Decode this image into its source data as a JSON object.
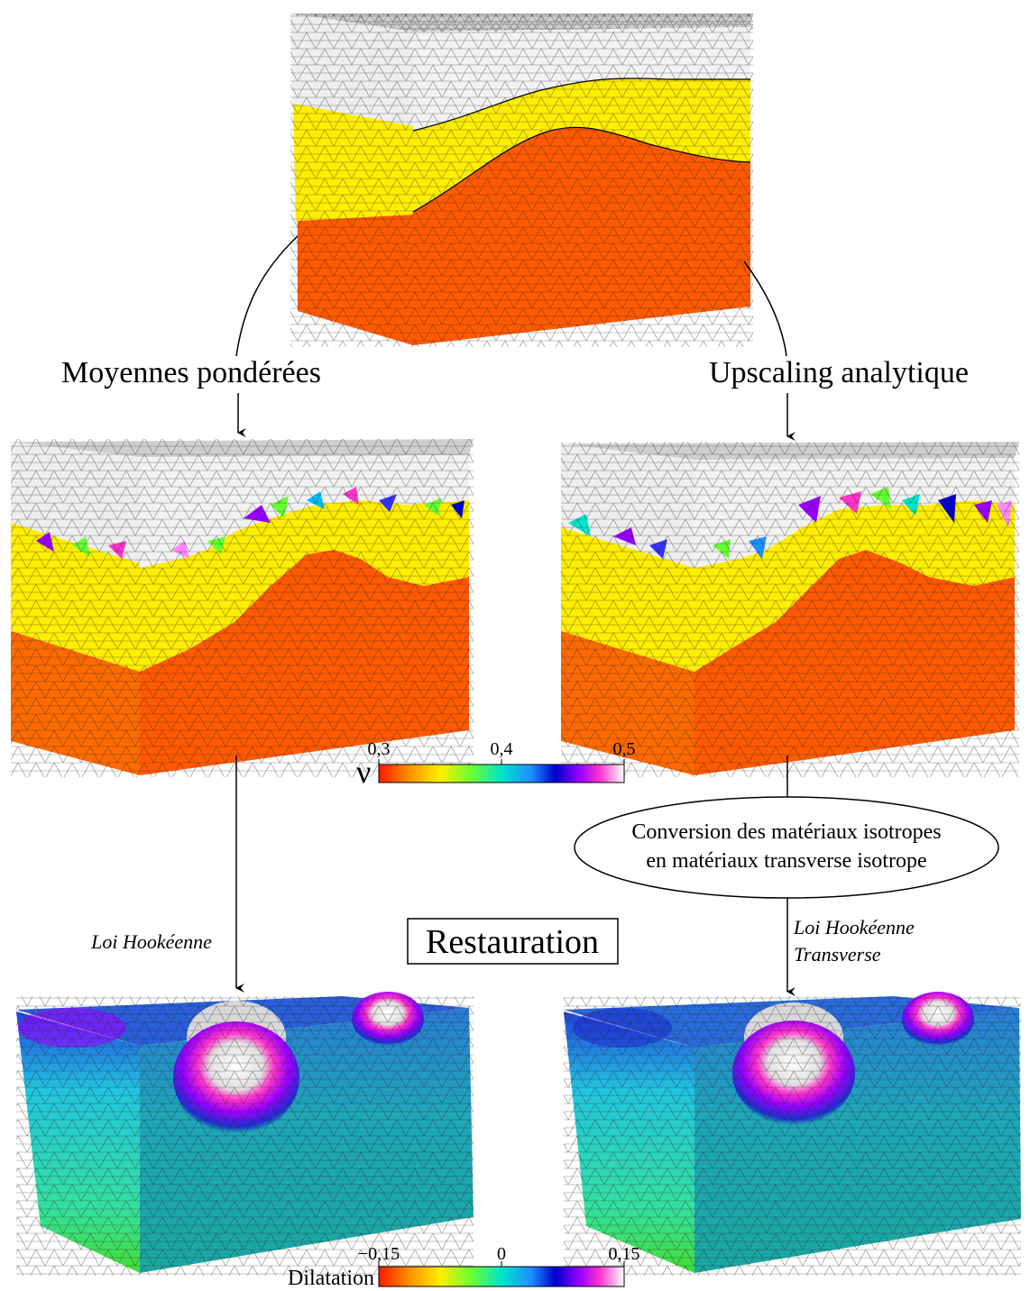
{
  "labels": {
    "left_method": "Moyennes pondérées",
    "right_method": "Upscaling analytique",
    "conversion_line1": "Conversion des matériaux isotropes",
    "conversion_line2": "en matériaux transverse isotrope",
    "left_law": "Loi Hookéenne",
    "right_law_line1": "Loi Hookéenne",
    "right_law_line2": "Transverse",
    "center_title": "Restauration"
  },
  "colorbars": {
    "poisson": {
      "symbol": "ν",
      "tick_min": "0,3",
      "tick_mid": "0,4",
      "tick_max": "0,5"
    },
    "dilatation": {
      "symbol": "Dilatation",
      "tick_min": "−0,15",
      "tick_mid": "0",
      "tick_max": "0,15"
    }
  },
  "colors": {
    "layer_top": "#f2f2f2",
    "layer_mid": "#ffee00",
    "layer_bottom": "#ff5a00",
    "mesh": "#222222",
    "rainbow": [
      "#ff1a00",
      "#ff8c00",
      "#ffee00",
      "#66ff33",
      "#00e5cc",
      "#1e90ff",
      "#0000cc",
      "#9900ff",
      "#ff33cc",
      "#ffffff"
    ]
  }
}
